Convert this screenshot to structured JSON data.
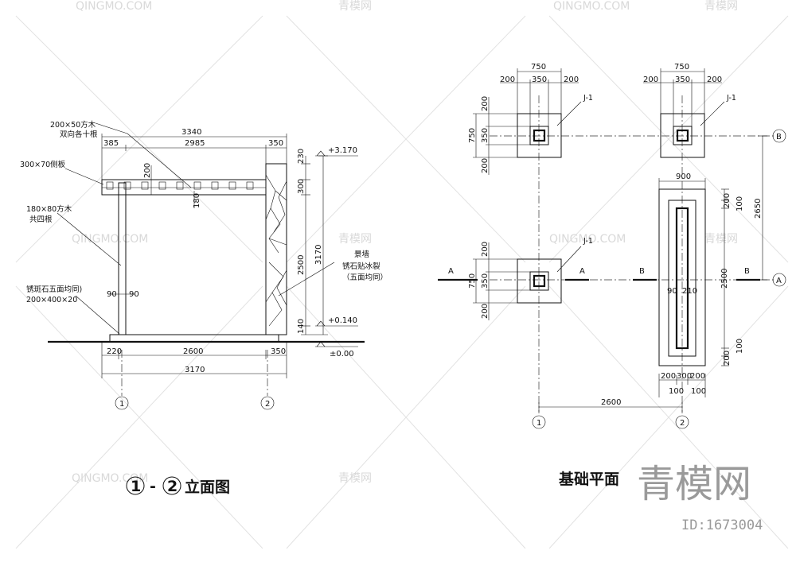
{
  "watermark": {
    "brand": "QINGMO.COM",
    "brand_cn": "青模网",
    "big": "青模网",
    "id": "ID:1673004"
  },
  "elevation": {
    "title": "立面图",
    "title_marks": [
      "1",
      "-",
      "2"
    ],
    "dims_top": {
      "total": "3340",
      "left": "385",
      "mid": "2985",
      "right": "350"
    },
    "dims_bottom": {
      "a": "220",
      "b": "2600",
      "c": "350",
      "total": "3170"
    },
    "dims_right": {
      "d1": "230",
      "d2": "300",
      "d3": "2500",
      "d4": "140",
      "total": "3170"
    },
    "dims_inner": {
      "d200": "200",
      "d180": "180",
      "d90a": "90",
      "d90b": "90"
    },
    "levels": {
      "top": "+3.170",
      "mid": "+0.140",
      "ground": "±0.00"
    },
    "notes": {
      "n1a": "200×50方木",
      "n1b": "双向各十根",
      "n2": "300×70侧板",
      "n3a": "180×80方木",
      "n3b": "共四根",
      "n4a": "锈斑石五面均同)",
      "n4b": "200×400×20",
      "n5a": "景墙",
      "n5b": "锈石贴冰裂",
      "n5c": "（五面均同）"
    },
    "axes": [
      "1",
      "2"
    ]
  },
  "plan": {
    "title": "基础平面",
    "top_dims": {
      "total": "750",
      "s1": "200",
      "s2": "350",
      "s3": "200"
    },
    "left_dims": {
      "total": "750",
      "s1": "200",
      "s2": "350",
      "s3": "200"
    },
    "mid_left_dims": {
      "total": "750",
      "s1": "200",
      "s2": "350",
      "s3": "200"
    },
    "labels": {
      "j1": "J-1",
      "A": "A",
      "B": "B"
    },
    "strip": {
      "width": "900",
      "len": "2500",
      "d100a": "100",
      "d200a": "200",
      "d100b": "100",
      "d200b": "200",
      "d90": "90",
      "d210": "210"
    },
    "bottom_dims": {
      "a": "200",
      "b": "300",
      "c": "200",
      "d": "100",
      "e": "100",
      "span": "2600"
    },
    "right_dim": "2650",
    "axes_v": [
      "1",
      "2"
    ],
    "axes_h": [
      "B",
      "A"
    ]
  }
}
